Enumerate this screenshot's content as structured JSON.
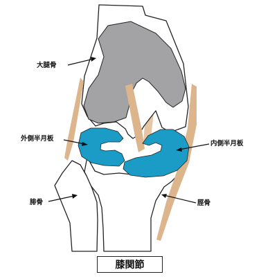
{
  "labels": {
    "femur": "大腿骨",
    "lateral_meniscus": "外側半月板",
    "medial_meniscus": "内側半月板",
    "fibula": "腓骨",
    "tibia": "脛骨"
  },
  "caption": "膝関節",
  "colors": {
    "cartilage": "#a3a3a6",
    "meniscus": "#1b9cc7",
    "ligament": "#dcb58d",
    "outline": "#222222"
  }
}
